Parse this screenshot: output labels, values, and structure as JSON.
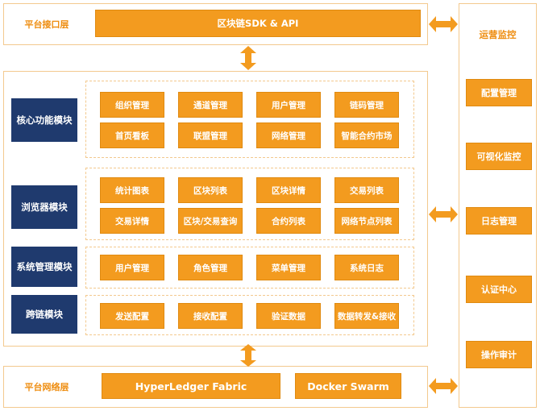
{
  "platform_interface": {
    "label": "平台接口层",
    "bar": "区块链SDK & API"
  },
  "modules": [
    {
      "name": "核心功能模块",
      "items": [
        "组织管理",
        "通道管理",
        "用户管理",
        "链码管理",
        "首页看板",
        "联盟管理",
        "网络管理",
        "智能合约市场"
      ]
    },
    {
      "name": "浏览器模块",
      "items": [
        "统计图表",
        "区块列表",
        "区块详情",
        "交易列表",
        "交易详情",
        "区块/交易查询",
        "合约列表",
        "网络节点列表"
      ]
    },
    {
      "name": "系统管理模块",
      "items": [
        "用户管理",
        "角色管理",
        "菜单管理",
        "系统日志"
      ]
    },
    {
      "name": "跨链模块",
      "items": [
        "发送配置",
        "接收配置",
        "验证数据",
        "数据转发&接收"
      ]
    }
  ],
  "network": {
    "label": "平台网络层",
    "items": [
      "HyperLedger Fabric",
      "Docker Swarm"
    ]
  },
  "ops": {
    "label": "运营监控",
    "items": [
      "配置管理",
      "可视化监控",
      "日志管理",
      "认证中心",
      "操作审计"
    ]
  },
  "colors": {
    "orange": "#f39b1f",
    "navy": "#1f3a6e",
    "border": "#f3c98e",
    "label": "#ee8c0e"
  }
}
